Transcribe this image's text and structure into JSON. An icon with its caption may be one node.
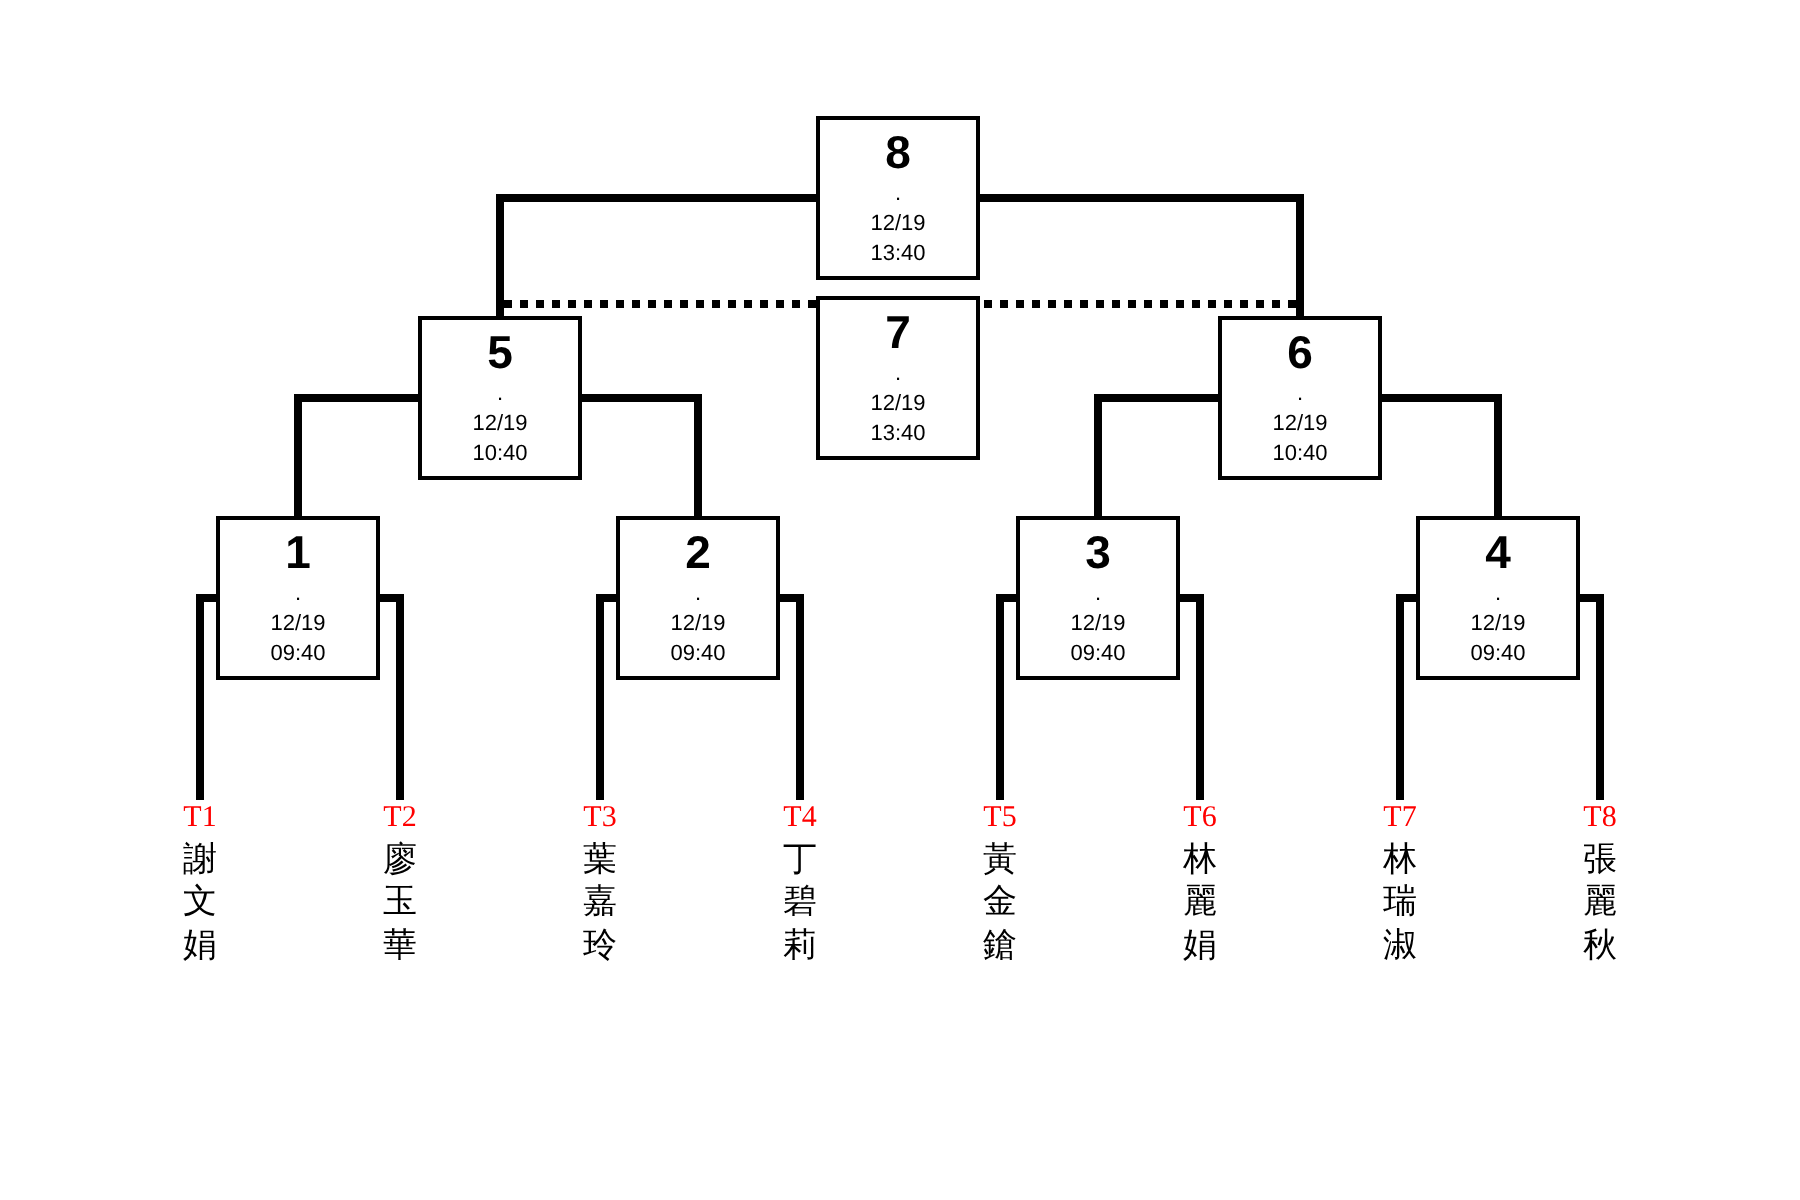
{
  "diagram": {
    "nodes": [
      {
        "text": [
          "8",
          ".",
          "12/19",
          "13:40"
        ]
      },
      {
        "text": [
          "7",
          ".",
          "12/19",
          "13:40"
        ]
      },
      {
        "text": [
          "5",
          ".",
          "12/19",
          "10:40"
        ]
      },
      {
        "text": [
          "6",
          ".",
          "12/19",
          "10:40"
        ]
      },
      {
        "text": [
          "1",
          ".",
          "12/19",
          "09:40"
        ]
      },
      {
        "text": [
          "2",
          ".",
          "12/19",
          "09:40"
        ]
      },
      {
        "text": [
          "3",
          ".",
          "12/19",
          "09:40"
        ]
      },
      {
        "text": [
          "4",
          ".",
          "12/19",
          "09:40"
        ]
      },
      {
        "text": [
          "T1",
          "謝文娟"
        ]
      },
      {
        "text": [
          "T2",
          "廖玉華"
        ]
      },
      {
        "text": [
          "T3",
          "葉嘉玲"
        ]
      },
      {
        "text": [
          "T4",
          "丁碧莉"
        ]
      },
      {
        "text": [
          "T5",
          "黃金鎗"
        ]
      },
      {
        "text": [
          "T6",
          "林麗娟"
        ]
      },
      {
        "text": [
          "T7",
          "林瑞淑"
        ]
      },
      {
        "text": [
          "T8",
          "張麗秋"
        ]
      }
    ],
    "edges": [
      {
        "from": 8,
        "to": 4,
        "arrow": "none"
      },
      {
        "from": 9,
        "to": 4,
        "arrow": "none"
      },
      {
        "from": 10,
        "to": 5,
        "arrow": "none"
      },
      {
        "from": 11,
        "to": 5,
        "arrow": "none"
      },
      {
        "from": 12,
        "to": 6,
        "arrow": "none"
      },
      {
        "from": 13,
        "to": 6,
        "arrow": "none"
      },
      {
        "from": 14,
        "to": 7,
        "arrow": "none"
      },
      {
        "from": 15,
        "to": 7,
        "arrow": "none"
      },
      {
        "from": 4,
        "to": 2,
        "arrow": "none"
      },
      {
        "from": 5,
        "to": 2,
        "arrow": "none"
      },
      {
        "from": 6,
        "to": 3,
        "arrow": "none"
      },
      {
        "from": 7,
        "to": 3,
        "arrow": "none"
      },
      {
        "from": 2,
        "to": 0,
        "arrow": "none"
      },
      {
        "from": 3,
        "to": 0,
        "arrow": "none"
      },
      {
        "from": 2,
        "to": 1,
        "arrow": "none",
        "style": "dashed"
      },
      {
        "from": 3,
        "to": 1,
        "arrow": "none",
        "style": "dashed"
      }
    ]
  }
}
